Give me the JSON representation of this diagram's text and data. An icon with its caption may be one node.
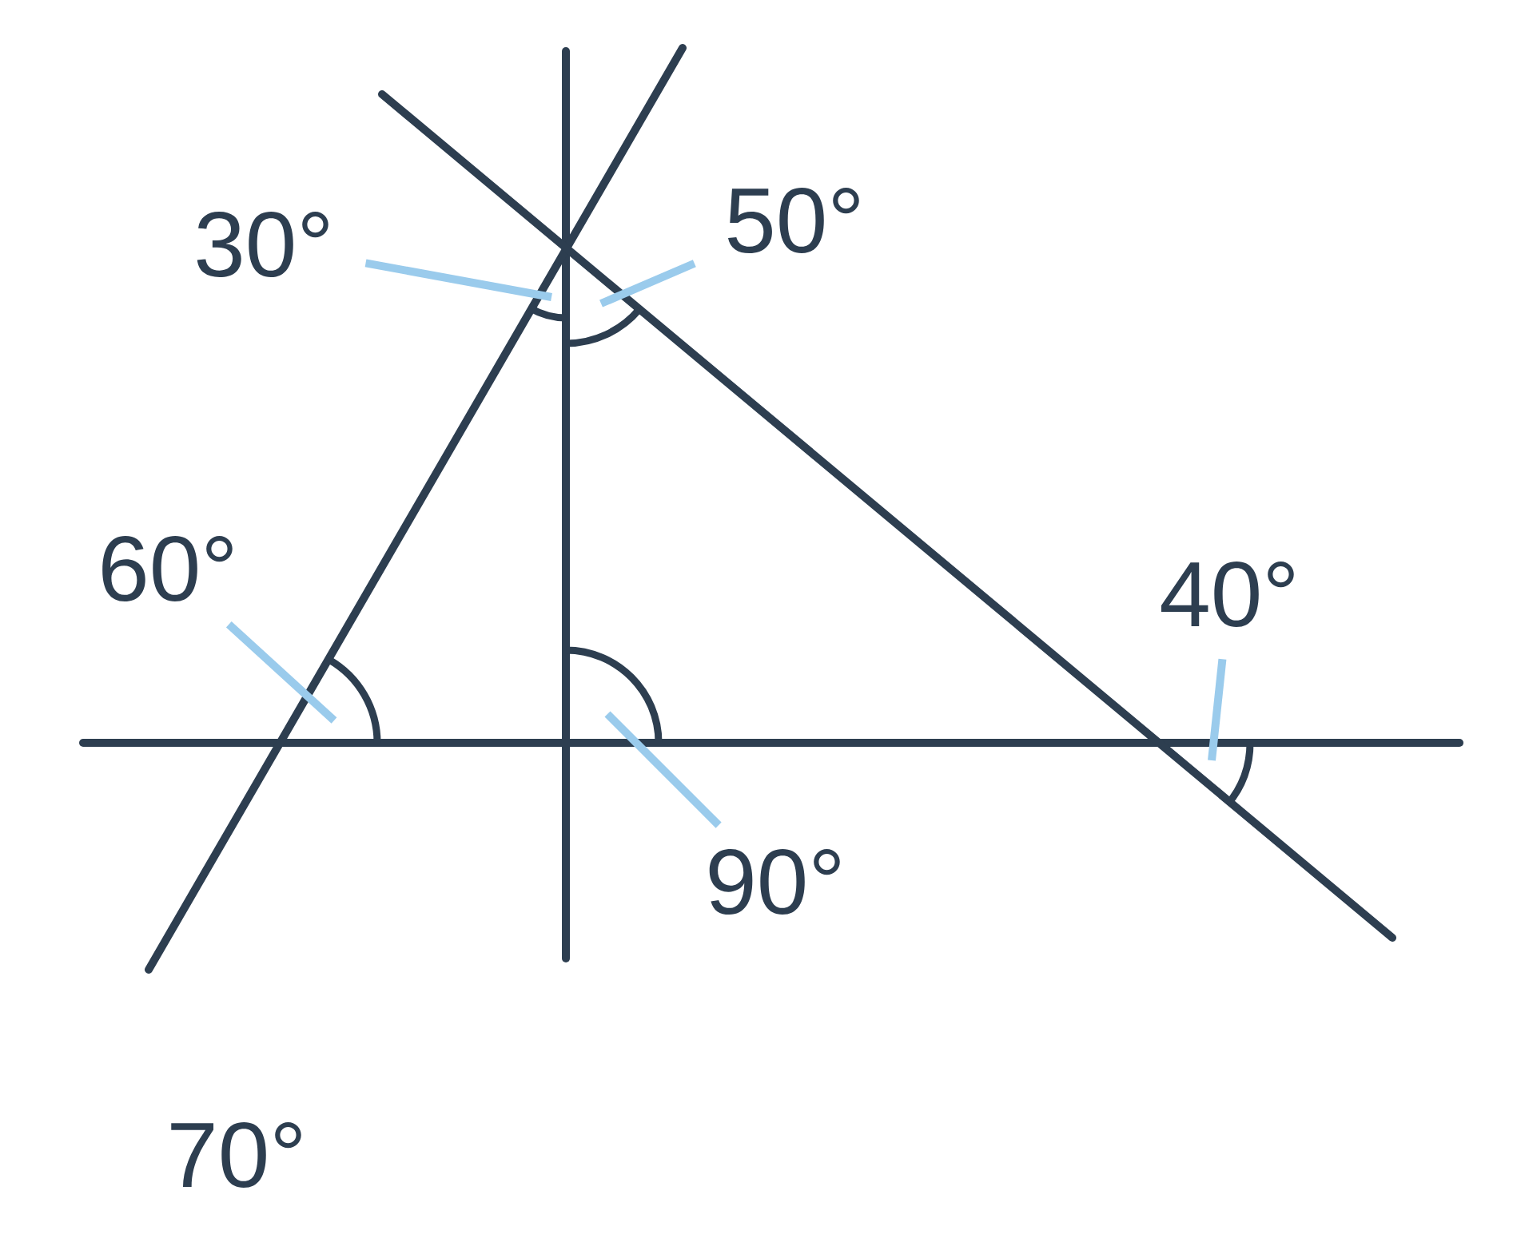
{
  "diagram": {
    "nodes": [
      {
        "text": [
          "30°"
        ]
      },
      {
        "text": [
          "50°"
        ]
      },
      {
        "text": [
          "60°"
        ]
      },
      {
        "text": [
          "40°"
        ]
      },
      {
        "text": [
          "90°"
        ]
      }
    ],
    "edges": [
      {
        "from": 0,
        "to": null,
        "arrow": "none"
      },
      {
        "from": 1,
        "to": null,
        "arrow": "none"
      },
      {
        "from": 2,
        "to": null,
        "arrow": "none"
      },
      {
        "from": 3,
        "to": null,
        "arrow": "none"
      },
      {
        "from": 4,
        "to": null,
        "arrow": "none"
      }
    ],
    "labels": [
      "70°"
    ]
  }
}
